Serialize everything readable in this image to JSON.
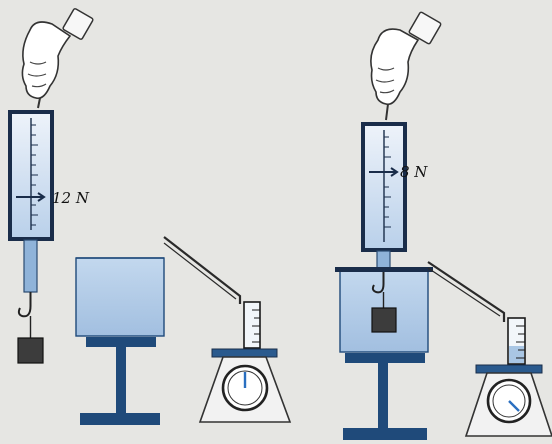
{
  "left_setup": {
    "spring_scale": {
      "reading": "12 N"
    },
    "components": [
      "hand-icon",
      "spring-scale",
      "weight",
      "beaker-with-spout",
      "stand",
      "overflow-tube",
      "graduated-cylinder",
      "weighing-scale"
    ]
  },
  "right_setup": {
    "spring_scale": {
      "reading": "8 N"
    },
    "components": [
      "hand-icon",
      "spring-scale",
      "weight",
      "beaker-with-spout",
      "stand",
      "overflow-tube",
      "graduated-cylinder",
      "weighing-scale"
    ]
  },
  "colors": {
    "background": "#e6e6e3",
    "water": "#a9c6e4",
    "frame": "#1f4a7a",
    "glass": "#dfe8f2",
    "scale_body": "#f2f2f2",
    "dial_needle": "#2a6fc0"
  }
}
